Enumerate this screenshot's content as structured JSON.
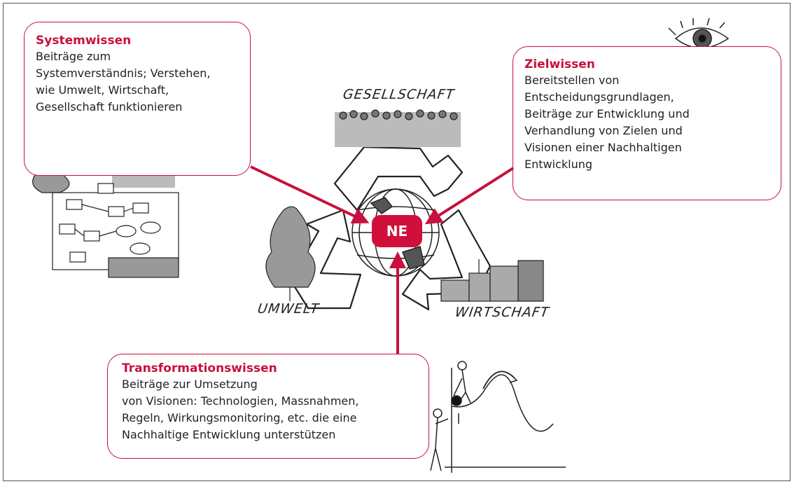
{
  "boxes": {
    "systemwissen": {
      "title": "Systemwissen",
      "lines": [
        "Beiträge zum",
        "Systemverständnis; Verstehen,",
        "wie Umwelt, Wirtschaft,",
        "Gesellschaft funktionieren"
      ]
    },
    "zielwissen": {
      "title": "Zielwissen",
      "lines": [
        "Bereitstellen von",
        "Entscheidungsgrundlagen,",
        "Beiträge zur Entwicklung und",
        "Verhandlung von Zielen und",
        "Visionen einer Nachhaltigen",
        "Entwicklung"
      ]
    },
    "transformationswissen": {
      "title": "Transformationswissen",
      "lines": [
        "Beiträge zur Umsetzung",
        "von Visionen: Technologien, Massnahmen,",
        "Regeln, Wirkungsmonitoring, etc. die eine",
        "Nachhaltige Entwicklung unterstützen"
      ]
    }
  },
  "center": {
    "badge": "NE"
  },
  "cycle_labels": {
    "gesellschaft": "GESELLSCHAFT",
    "umwelt": "UMWELT",
    "wirtschaft": "WIRTSCHAFT"
  },
  "colors": {
    "accent": "#c8103e",
    "badge": "#d00f3a",
    "ink": "#222222"
  },
  "icons": [
    "eye-telescope-icon",
    "system-diagram-sketch",
    "recycle-arrows-icon",
    "globe-icon",
    "crowd-sketch",
    "tree-sketch",
    "factory-sketch",
    "people-pushing-ball-sketch"
  ]
}
